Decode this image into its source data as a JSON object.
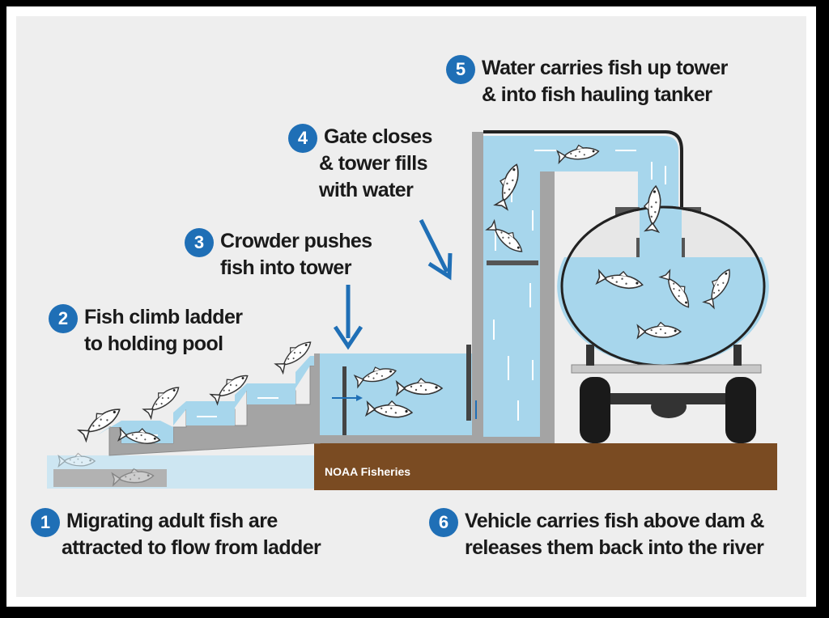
{
  "steps": [
    {
      "number": "1",
      "line1": "Migrating adult fish are",
      "line2": "attracted to flow from ladder"
    },
    {
      "number": "2",
      "line1": "Fish climb ladder",
      "line2": "to holding pool"
    },
    {
      "number": "3",
      "line1": "Crowder pushes",
      "line2": "fish into tower"
    },
    {
      "number": "4",
      "line1": "Gate closes",
      "line2": "& tower fills",
      "line3": "with water"
    },
    {
      "number": "5",
      "line1": "Water carries fish up tower",
      "line2": "& into fish hauling tanker"
    },
    {
      "number": "6",
      "line1": "Vehicle carries fish above dam &",
      "line2": "releases them back into the river"
    }
  ],
  "credit": "NOAA Fisheries",
  "colors": {
    "badge": "#1f6fb6",
    "water": "#a7d6ec",
    "ground": "#7a4b22",
    "structure": "#a4a4a4",
    "truck": "#1a1a1a"
  },
  "icons": [
    "fish-icon",
    "arrow-down-icon",
    "flow-arrow-icon"
  ]
}
